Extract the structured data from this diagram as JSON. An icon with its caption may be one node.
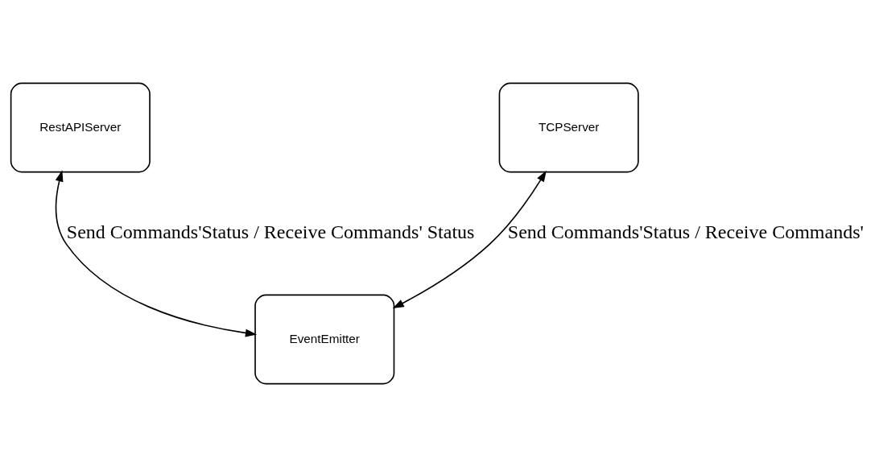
{
  "diagram": {
    "nodes": [
      {
        "text": [
          "RestAPIServer"
        ]
      },
      {
        "text": [
          "TCPServer"
        ]
      },
      {
        "text": [
          "EventEmitter"
        ]
      }
    ],
    "edges": [
      {
        "from": 0,
        "to": 2,
        "arrow": "both",
        "label": "Send Commands'Status / Receive Commands' Status"
      },
      {
        "from": 1,
        "to": 2,
        "arrow": "both",
        "label": "Send Commands'Status / Receive Commands'"
      }
    ]
  }
}
